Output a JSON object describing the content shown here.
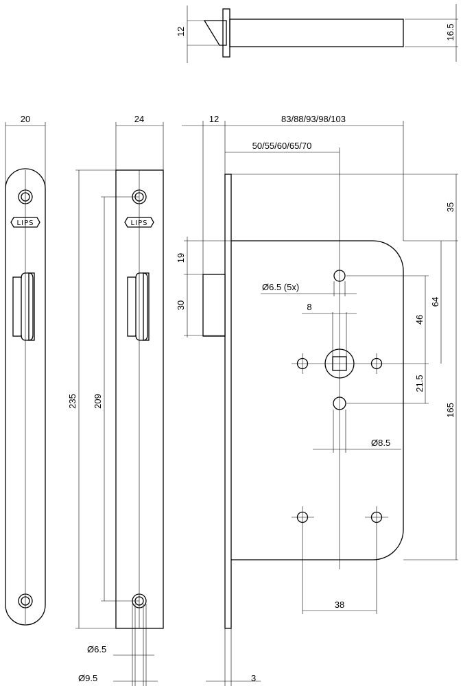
{
  "drawing": {
    "brand": "LIPS",
    "dims": {
      "latch_top_12": "12",
      "latch_top_16_5": "16.5",
      "plate_width_20": "20",
      "plate_width_24": "24",
      "faceplate_12": "12",
      "backset_range": "83/88/93/98/103",
      "backset_small": "50/55/60/65/70",
      "d35": "35",
      "d19": "19",
      "d30": "30",
      "hole_6_5_5x": "Ø6.5 (5x)",
      "d8": "8",
      "d64": "64",
      "d46": "46",
      "d21_5": "21.5",
      "d165": "165",
      "hole_8_5": "Ø8.5",
      "d38": "38",
      "d235": "235",
      "d209": "209",
      "hole_6_5": "Ø6.5",
      "hole_9_5": "Ø9.5",
      "d3": "3"
    }
  }
}
